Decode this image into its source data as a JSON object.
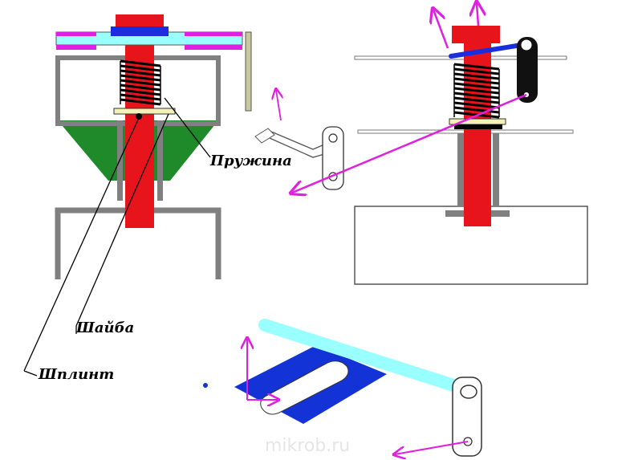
{
  "labels": {
    "spring": "Пружина",
    "washer": "Шайба",
    "cotter_pin": "Шплинт"
  },
  "watermark": "mikrob.ru",
  "colors": {
    "rod": "#e8141c",
    "spring": "#000000",
    "frame": "#808080",
    "funnel": "#1f8a2a",
    "arm": "#99ffff",
    "plate": "#1433d6",
    "arrow": "#e020e0",
    "magenta_bar": "#e020e0",
    "cap": "#1a2ee0",
    "lever": "#000000"
  }
}
